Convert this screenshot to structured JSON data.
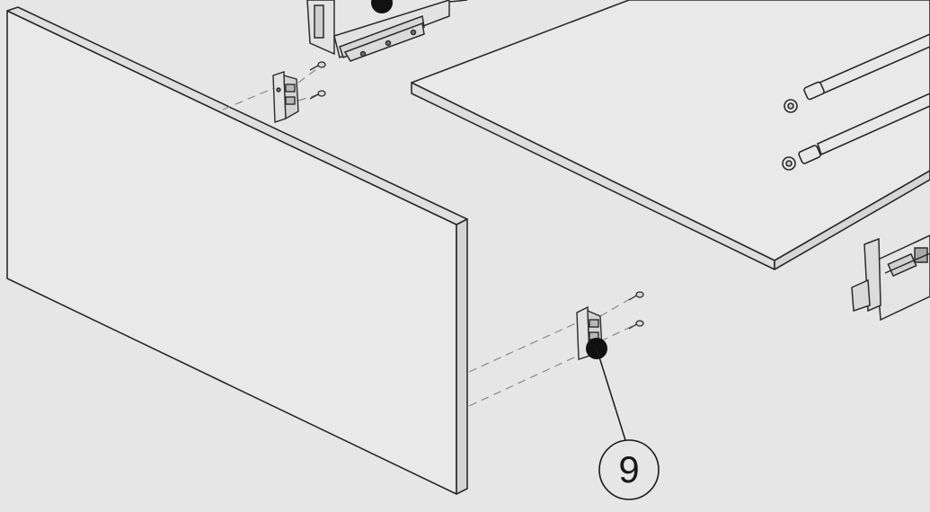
{
  "diagram": {
    "callout": {
      "number": "9"
    },
    "colors": {
      "background": "#e6e6e6",
      "panel_face": "#e8e8e8",
      "panel_edge": "#d9d9d9",
      "line": "#2b2b2b",
      "dot": "#111111"
    },
    "parts": [
      "front-panel",
      "drawer-bottom",
      "front-bracket-left",
      "front-bracket-right",
      "rear-bracket",
      "side-runner-right",
      "rail-rods",
      "screws"
    ]
  }
}
